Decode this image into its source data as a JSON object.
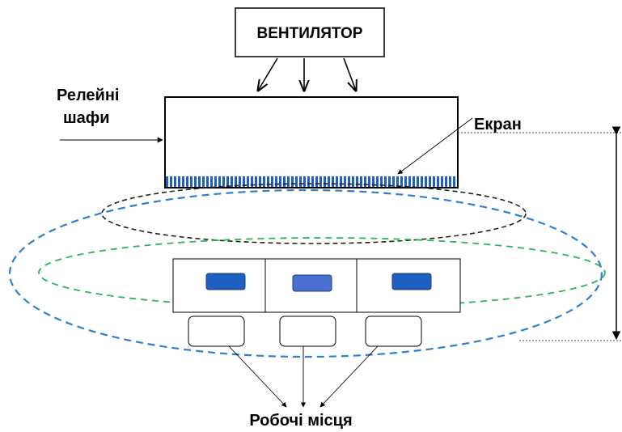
{
  "labels": {
    "fan": "ВЕНТИЛЯТОР",
    "relay_cabinets_line1": "Релейні",
    "relay_cabinets_line2": "шафи",
    "screen": "Екран",
    "workplaces": "Робочі місця"
  },
  "colors": {
    "outer_zone": "#2f7fd0",
    "middle_zone": "#2db35c",
    "inner_zone": "#222222",
    "screen_stripes": "#1f5fbf",
    "indicator_dark": "#1f5fbf",
    "indicator_mid": "#4a6fd0"
  }
}
